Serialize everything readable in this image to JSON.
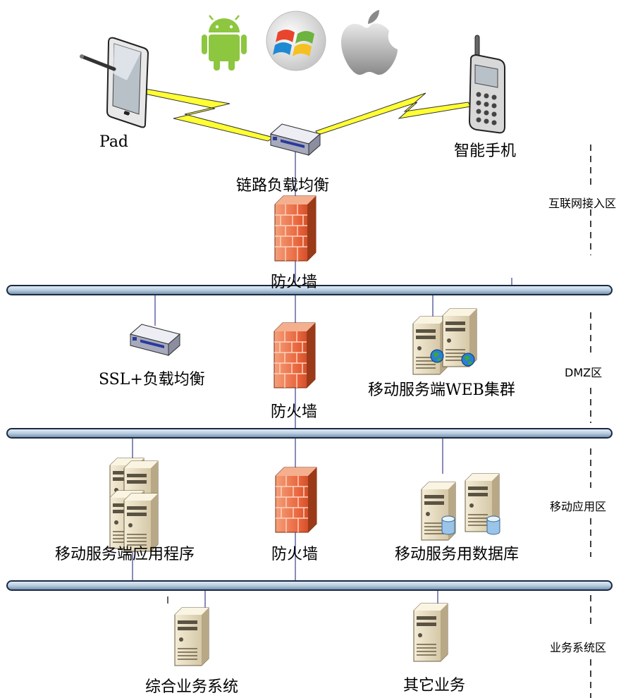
{
  "os_icons": [
    "android-icon",
    "windows-icon",
    "apple-icon"
  ],
  "devices": {
    "pad": "Pad",
    "smartphone": "智能手机"
  },
  "nodes": {
    "link_lb": "链路负载均衡",
    "fw1": "防火墙",
    "ssl_lb": "SSL+负载均衡",
    "fw2": "防火墙",
    "web_cluster": "移动服务端WEB集群",
    "app_server": "移动服务端应用程序",
    "fw3": "防火墙",
    "db": "移动服务用数据库",
    "biz_system": "综合业务系统",
    "other_biz": "其它业务"
  },
  "zones": {
    "internet": "互联网接入区",
    "dmz": "DMZ区",
    "mobile_app": "移动应用区",
    "business": "业务系统区"
  },
  "colors": {
    "bus_fill": "#b8cde0",
    "bus_stroke": "#1a2a44",
    "link_line": "#3a3f8a",
    "lightning": "#ffff33",
    "firewall": "#e8623a",
    "server": "#e8dcc0"
  }
}
